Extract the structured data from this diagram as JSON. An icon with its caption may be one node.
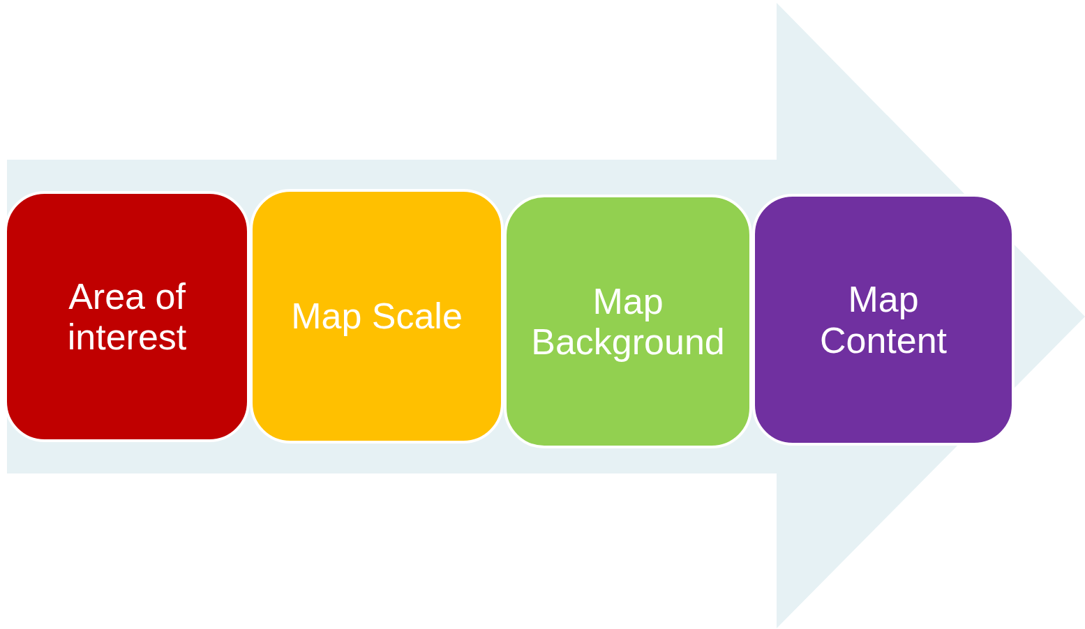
{
  "diagram": {
    "nodes": [
      {
        "text": [
          "Area of interest"
        ]
      },
      {
        "text": [
          "Map Scale"
        ]
      },
      {
        "text": [
          "Map Background"
        ]
      },
      {
        "text": [
          "Map Content"
        ]
      }
    ],
    "edges": []
  }
}
